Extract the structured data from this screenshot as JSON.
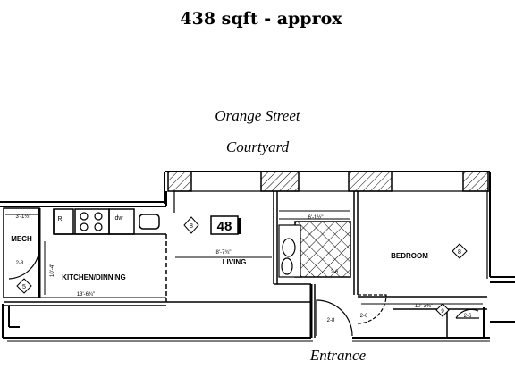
{
  "header": {
    "area_label": "438 sqft - approx"
  },
  "context": {
    "street": "Orange Street",
    "courtyard": "Courtyard",
    "entrance": "Entrance"
  },
  "unit_number": "48",
  "rooms": {
    "mech": "MECH",
    "kitchen": "KITCHEN/DINNING",
    "living": "LIVING",
    "bedroom": "BEDROOM"
  },
  "dimensions": {
    "mech_width": "3'-1½\"",
    "mech_door": "2-8",
    "kitchen_height": "10'-4\"",
    "kitchen_width": "13'-6¾\"",
    "living_width": "8'-7¾\"",
    "bath_width": "6'-1½\"",
    "bath_door": "2-6",
    "entry_door": "2-8",
    "bedroom_door": "2-6",
    "bedroom_width": "10'-3⅜\"",
    "closet_door": "2-6"
  },
  "fixtures": {
    "refrigerator": "R",
    "dishwasher": "dw"
  },
  "tags": {
    "mech_tag": "5",
    "living_tag": "8",
    "bedroom_tag": "8",
    "closet_tag": "9"
  }
}
